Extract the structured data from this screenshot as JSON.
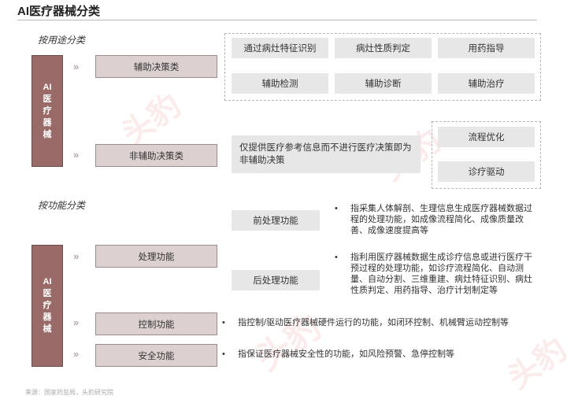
{
  "title": "AI医疗器械分类",
  "vertical_label": "AI医疗器械",
  "section_use": "按用途分类",
  "section_function": "按功能分类",
  "use_categories": [
    {
      "label": "辅助决策类"
    },
    {
      "label": "非辅助决策类"
    }
  ],
  "assist_items": [
    "通过病灶特征识别",
    "病灶性质判定",
    "用药指导",
    "辅助检测",
    "辅助诊断",
    "辅助治疗"
  ],
  "non_assist_desc": "仅提供医疗参考信息而不进行医疗决策即为非辅助决策",
  "non_assist_items": [
    "流程优化",
    "诊疗驱动"
  ],
  "function_categories": [
    {
      "label": "处理功能"
    },
    {
      "label": "控制功能"
    },
    {
      "label": "安全功能"
    }
  ],
  "processing_sub": [
    {
      "label": "前处理功能",
      "desc": "指采集人体解剖、生理信息生成医疗器械数据过程的处理功能，如成像流程简化、成像质量改善、成像速度提高等"
    },
    {
      "label": "后处理功能",
      "desc": "指利用医疗器械数据生成诊疗信息或进行医疗干预过程的处理功能，如诊疗流程简化、自动测量、自动分割、三维重建、病灶特征识别、病灶性质判定、用药指导、治疗计划制定等"
    }
  ],
  "control_desc": "指控制/驱动医疗器械硬件运行的功能，如闭环控制、机械臂运动控制等",
  "safety_desc": "指保证医疗器械安全性的功能，如风险预警、急停控制等",
  "source": "来源：国家药监局，头豹研究院",
  "watermark": "头豹 LeadLeo",
  "colors": {
    "bar": "#9a6a68",
    "cat_box": "#dcd0d0",
    "gray_box": "#e7e7e7",
    "arrow": "#b8a8a8"
  }
}
